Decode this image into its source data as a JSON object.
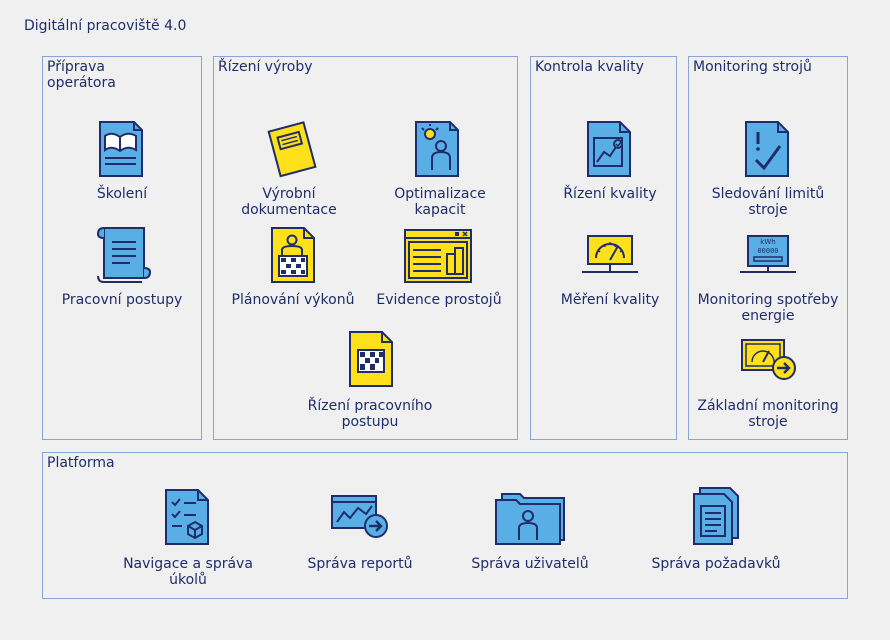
{
  "title": "Digitální pracoviště 4.0",
  "colors": {
    "blue": "#5aaee6",
    "yellow": "#ffe01a",
    "navy": "#1f2d6b",
    "border": "#8aa4d6",
    "background": "#f0f0f1"
  },
  "panels": {
    "priprava": {
      "title_line1": "Příprava",
      "title_line2": "operátora",
      "items": [
        {
          "label": "Školení",
          "icon": "book-icon"
        },
        {
          "label": "Pracovní postupy",
          "icon": "scroll-icon"
        }
      ]
    },
    "rizeni": {
      "title": "Řízení výroby",
      "items": [
        {
          "line1": "Výrobní",
          "line2": "dokumentace",
          "icon": "notebook-icon"
        },
        {
          "line1": "Optimalizace",
          "line2": "kapacit",
          "icon": "idea-person-icon"
        },
        {
          "label": "Plánování výkonů",
          "icon": "planning-icon"
        },
        {
          "label": "Evidence prostojů",
          "icon": "window-chart-icon"
        },
        {
          "line1": "Řízení pracovního",
          "line2": "postupu",
          "icon": "grid-document-icon"
        }
      ]
    },
    "kontrola": {
      "title": "Kontrola kvality",
      "items": [
        {
          "label": "Řízení kvality",
          "icon": "chart-document-icon"
        },
        {
          "label": "Měření kvality",
          "icon": "gauge-icon"
        }
      ]
    },
    "monitoring": {
      "title": "Monitoring strojů",
      "items": [
        {
          "line1": "Sledování limitů",
          "line2": "stroje",
          "icon": "exclamation-check-icon"
        },
        {
          "line1": "Monitoring spotřeby",
          "line2": "energie",
          "icon": "kwh-meter-icon",
          "meter_text": "kWh",
          "meter_digits": "00000"
        },
        {
          "line1": "Základní monitoring",
          "line2": "stroje",
          "icon": "gauge-arrow-icon"
        }
      ]
    },
    "platforma": {
      "title": "Platforma",
      "items": [
        {
          "line1": "Navigace a správa",
          "line2": "úkolů",
          "icon": "checklist-icon"
        },
        {
          "label": "Správa reportů",
          "icon": "report-icon"
        },
        {
          "label": "Správa uživatelů",
          "icon": "user-folder-icon"
        },
        {
          "label": "Správa požadavků",
          "icon": "documents-icon"
        }
      ]
    }
  }
}
